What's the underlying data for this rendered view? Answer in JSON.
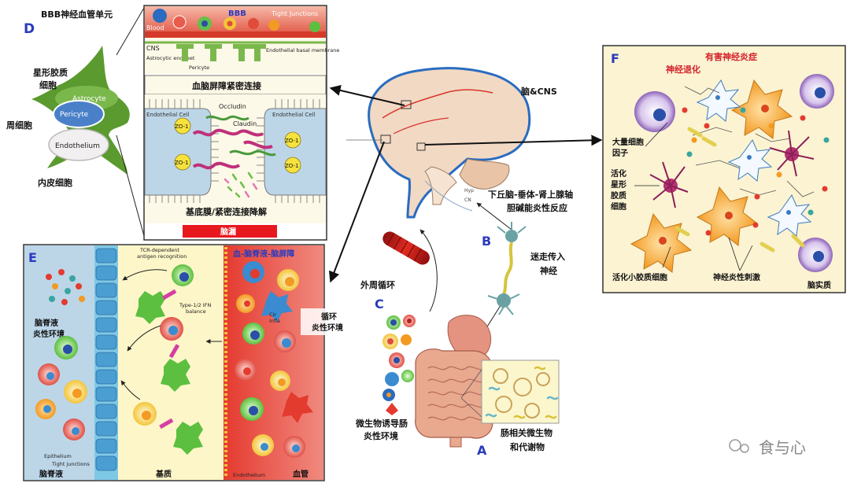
{
  "panel_d": {
    "letter": "D",
    "title": "BBB神经血管单元",
    "astrocyte_label": "星形胶质细胞",
    "pericyte_label": "周细胞",
    "endothelial_label": "内皮细胞",
    "astrocyte_en": "Astrocyte",
    "pericyte_en": "Pericyte",
    "endothelium_en": "Endothelium"
  },
  "bbb_panel": {
    "title": "BBB",
    "tight_junctions": "Tight Junctions",
    "blood": "Blood",
    "cns": "CNS",
    "astrocytic_end_feet": "Astrocytic end feet",
    "pericyte": "Pericyte",
    "endothelial_basal_membrane": "Endothelial basal membrane",
    "tight_junction_title": "血脑屏障紧密连接",
    "endothelial_cell": "Endothelial Cell",
    "occludin": "Occludin",
    "claudin": "Claudin",
    "zo1": "ZO-1",
    "degradation": "基底膜/紧密连接降解",
    "leak": "脑漏"
  },
  "brain": {
    "label": "脑&CNS",
    "hypo_fragment": "Hyp",
    "cn_fragment": "CN"
  },
  "hpa": {
    "line1": "下丘脑-垂体-肾上腺轴",
    "line2": "胆碱能炎性反应"
  },
  "panel_b": {
    "letter": "B",
    "label": "迷走传入神经"
  },
  "peripheral": {
    "label": "外周循环"
  },
  "panel_c": {
    "letter": "C",
    "label": "微生物诱导肠炎性环境"
  },
  "panel_a": {
    "letter": "A",
    "label": "肠相关微生物和代谢物"
  },
  "panel_f": {
    "letter": "F",
    "harmful": "有害神经炎症",
    "degeneration": "神经退化",
    "mast_cell": "大量细胞因子",
    "astrocyte": "活化星形胶质细胞",
    "microglia": "活化小胶质细胞",
    "stimulation": "神经炎性刺激",
    "parenchyma": "脑实质"
  },
  "panel_e": {
    "letter": "E",
    "barrier_title": "血-脑脊液-脑屏障",
    "tcr": "TCR-dependent antigen recognition",
    "ifn": "Type-1/2 IFN balance",
    "csf_env": "脑脊液炎性环境",
    "circ_env": "循环炎性环境",
    "circ_frag": "Cir",
    "infl_frag": "infla",
    "epithelium": "Epithelium",
    "tight_junctions": "Tight junctions",
    "endothelium": "Endothelium",
    "csf": "脑脊液",
    "stroma": "基质",
    "vessel": "血管"
  },
  "watermark": "食与心",
  "colors": {
    "panel_letter": "#2b3bbd",
    "harmful_red": "#d4202a",
    "leak_red": "#e8181f",
    "astro_green": "#5a9a2e",
    "csf_blue": "#bcd6e8",
    "vessel_red": "#e8473c",
    "stroma_yellow": "#fdf6c8",
    "panel_f_bg": "#fbf3d2"
  }
}
